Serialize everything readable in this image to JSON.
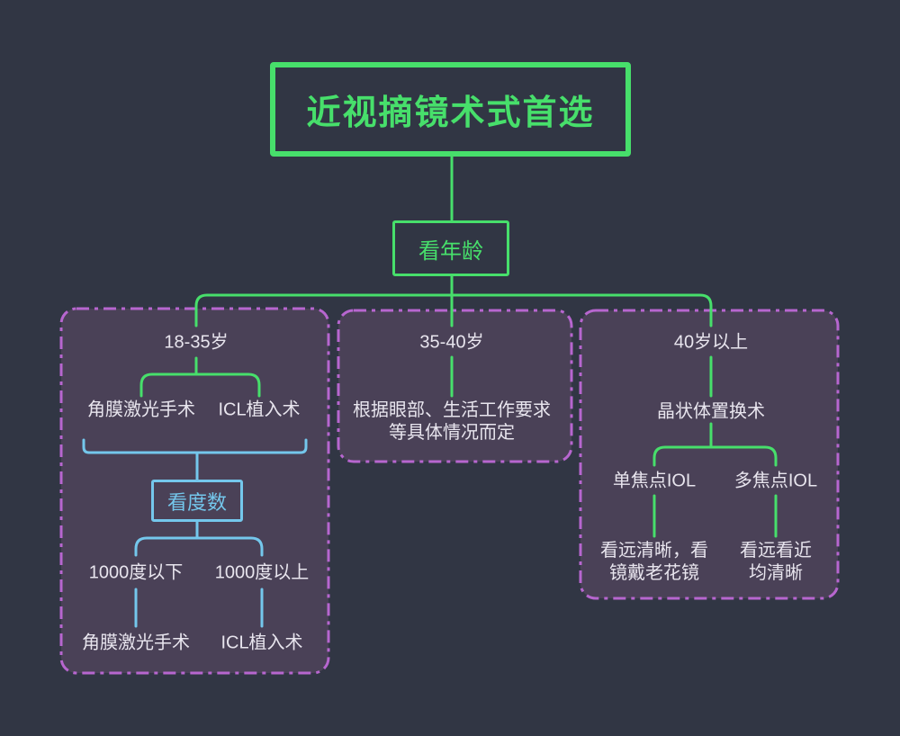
{
  "colors": {
    "background": "#313644",
    "panel_fill": "#4a4157",
    "panel_border": "#b766cf",
    "accent_green": "#47df6b",
    "accent_blue": "#74c7ec",
    "text": "#e8e5ee"
  },
  "root": {
    "title": "近视摘镜术式首选"
  },
  "age_node": {
    "label": "看年龄"
  },
  "groups": {
    "g1835": {
      "label": "18-35岁",
      "option_laser": "角膜激光手术",
      "option_icl": "ICL植入术",
      "degree_node": "看度数",
      "degree_below": "1000度以下",
      "degree_above": "1000度以上",
      "result_laser": "角膜激光手术",
      "result_icl": "ICL植入术"
    },
    "g3540": {
      "label": "35-40岁",
      "description": "根据眼部、生活工作要求\n等具体情况而定"
    },
    "g40plus": {
      "label": "40岁以上",
      "procedure": "晶状体置换术",
      "single_iol": "单焦点IOL",
      "multi_iol": "多焦点IOL",
      "single_desc": "看远清晰，看\n镜戴老花镜",
      "multi_desc": "看远看近\n均清晰"
    }
  }
}
